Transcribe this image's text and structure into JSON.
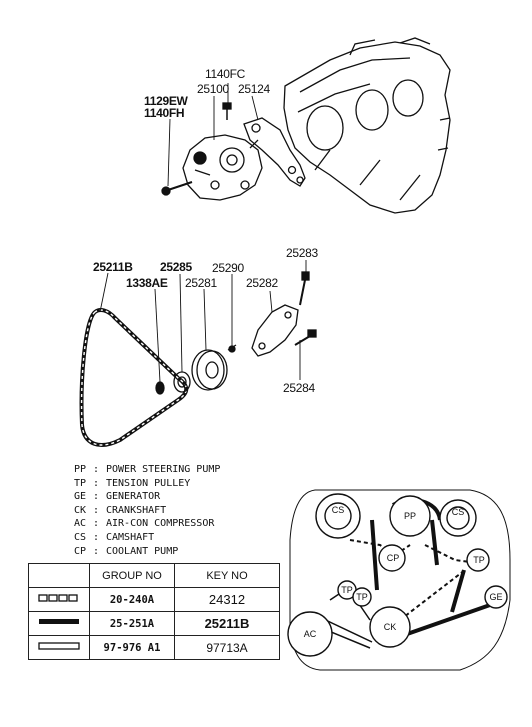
{
  "top_assembly": {
    "callouts": [
      "1140FC",
      "25100",
      "25124",
      "1129EW",
      "1140FH"
    ]
  },
  "belt_assembly": {
    "callouts": [
      "25211B",
      "25285",
      "25290",
      "25283",
      "1338AE",
      "25281",
      "25282",
      "25284"
    ]
  },
  "legend": [
    {
      "abbr": "PP",
      "desc": "POWER STEERING PUMP"
    },
    {
      "abbr": "TP",
      "desc": "TENSION PULLEY"
    },
    {
      "abbr": "GE",
      "desc": "GENERATOR"
    },
    {
      "abbr": "CK",
      "desc": "CRANKSHAFT"
    },
    {
      "abbr": "AC",
      "desc": "AIR-CON COMPRESSOR"
    },
    {
      "abbr": "CS",
      "desc": "CAMSHAFT"
    },
    {
      "abbr": "CP",
      "desc": "COOLANT PUMP"
    }
  ],
  "legend_separator": ":",
  "key_table": {
    "headers": [
      "",
      "GROUP NO",
      "KEY NO"
    ],
    "rows": [
      {
        "line_style": "dashed",
        "group_no": "20-240A",
        "key_no": "24312"
      },
      {
        "line_style": "solid-thick",
        "group_no": "25-251A",
        "key_no": "25211B"
      },
      {
        "line_style": "double",
        "group_no": "97-976 A1",
        "key_no": "97713A"
      }
    ]
  },
  "routing_diagram": {
    "pulleys": [
      "CS",
      "PP",
      "CS",
      "CP",
      "TP",
      "GE",
      "TP",
      "TP",
      "CK",
      "AC"
    ]
  }
}
